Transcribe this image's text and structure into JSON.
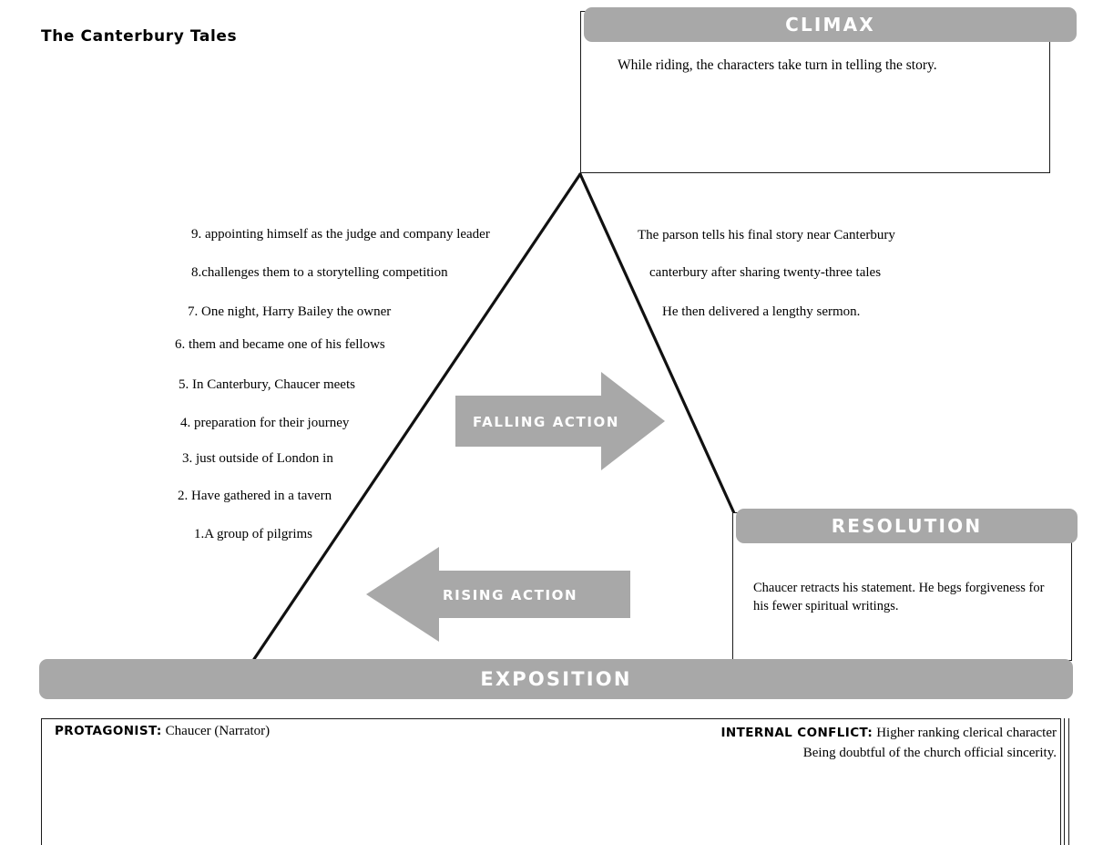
{
  "title": "The Canterbury Tales",
  "colors": {
    "accent_gray": "#a8a8a8",
    "line_black": "#1a1a1a",
    "text_white": "#ffffff",
    "background": "#ffffff"
  },
  "climax": {
    "heading": "CLIMAX",
    "text": "While riding, the characters take turn in telling the story."
  },
  "resolution": {
    "heading": "RESOLUTION",
    "text": "Chaucer retracts his statement. He begs forgiveness for his fewer spiritual writings."
  },
  "exposition": {
    "heading": "EXPOSITION"
  },
  "arrows": {
    "falling": {
      "label": "FALLING ACTION",
      "direction": "right"
    },
    "rising": {
      "label": "RISING ACTION",
      "direction": "left"
    }
  },
  "rising_action_points": [
    "9. appointing himself as the judge and company leader",
    "8.challenges them to a storytelling competition",
    "7. One night, Harry Bailey the owner",
    "6. them and became one of his fellows",
    "5. In Canterbury, Chaucer meets",
    "4. preparation for their journey",
    "3. just outside of London in",
    "2. Have gathered in a tavern",
    "1.A group of pilgrims"
  ],
  "falling_action_points": [
    "The parson tells his final story near Canterbury",
    "canterbury after sharing twenty-three tales",
    "He then delivered a lengthy sermon."
  ],
  "bottom_fields": {
    "protagonist_label": "PROTAGONIST:",
    "protagonist_value": "Chaucer (Narrator)",
    "conflict_label": "INTERNAL CONFLICT:",
    "conflict_value_line1": "Higher ranking clerical character",
    "conflict_value_line2": "Being doubtful of the church official sincerity."
  }
}
